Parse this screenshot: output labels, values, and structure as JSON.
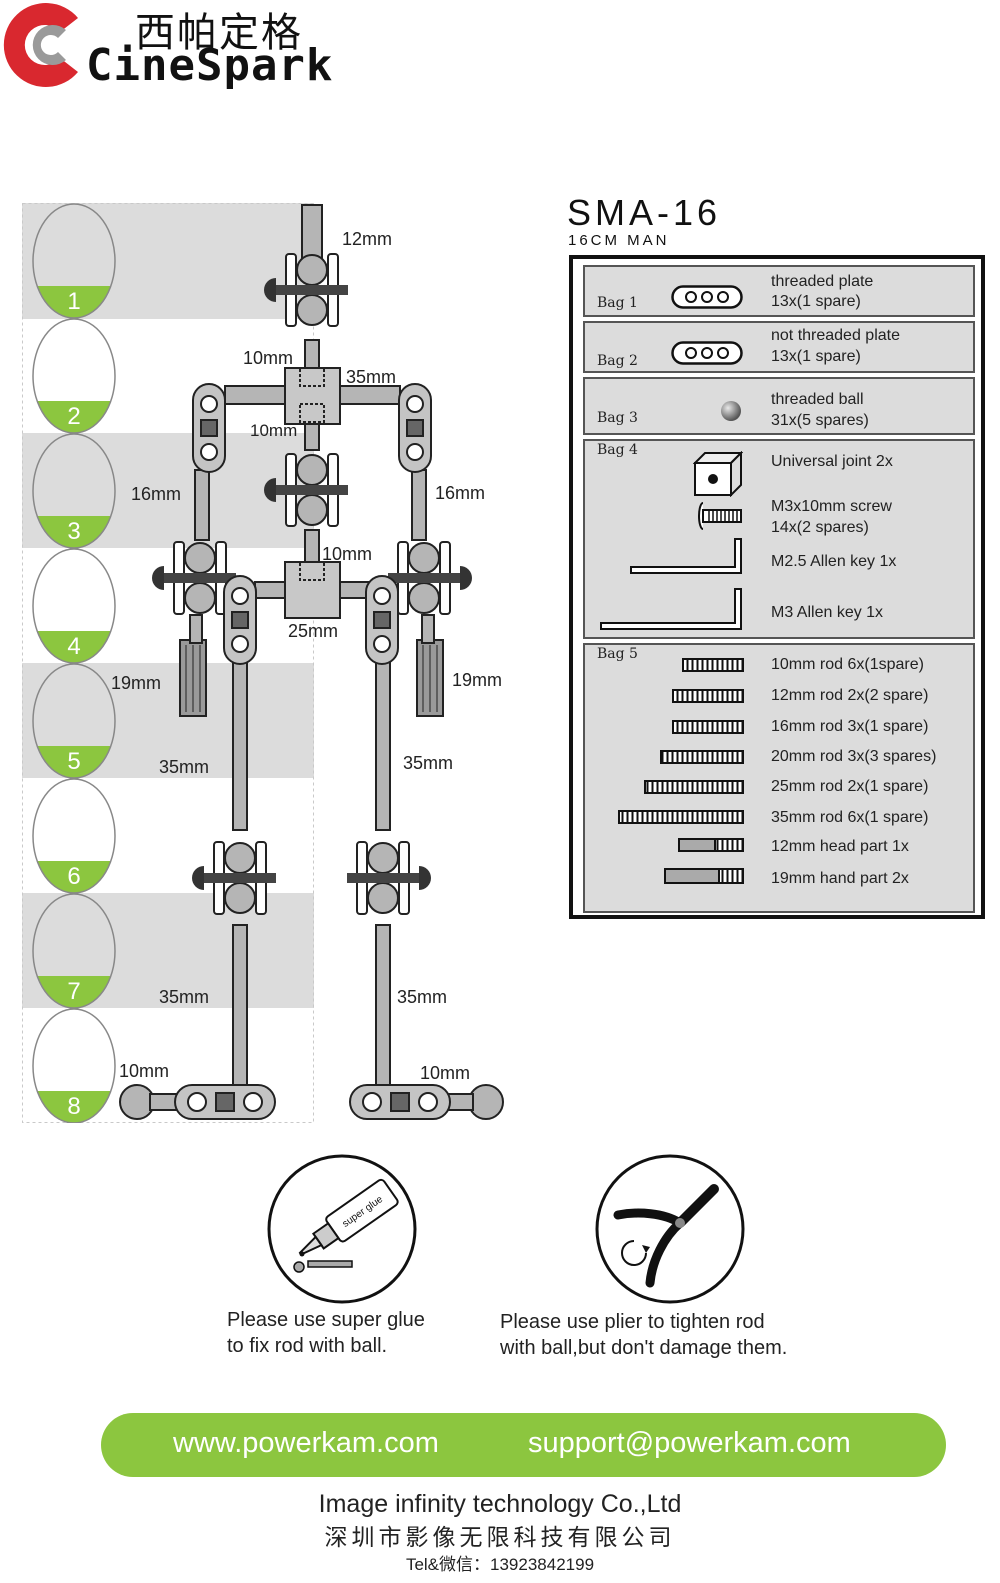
{
  "brand": {
    "name_cn": "西帕定格",
    "name_en": "CineSpark"
  },
  "model": {
    "code": "SMA-16",
    "subtitle": "16CM MAN"
  },
  "steps": [
    "1",
    "2",
    "3",
    "4",
    "5",
    "6",
    "7",
    "8"
  ],
  "dimensions": [
    {
      "id": "neck",
      "text": "12mm"
    },
    {
      "id": "upper-neck",
      "text": "10mm"
    },
    {
      "id": "shoulder",
      "text": "35mm"
    },
    {
      "id": "chest",
      "text": "10mm"
    },
    {
      "id": "left-upper-arm",
      "text": "16mm"
    },
    {
      "id": "right-upper-arm",
      "text": "16mm"
    },
    {
      "id": "waist",
      "text": "10mm"
    },
    {
      "id": "hip",
      "text": "25mm"
    },
    {
      "id": "left-hand",
      "text": "19mm"
    },
    {
      "id": "right-hand",
      "text": "19mm"
    },
    {
      "id": "left-thigh",
      "text": "35mm"
    },
    {
      "id": "right-thigh",
      "text": "35mm"
    },
    {
      "id": "left-shin",
      "text": "35mm"
    },
    {
      "id": "right-shin",
      "text": "35mm"
    },
    {
      "id": "left-foot",
      "text": "10mm"
    },
    {
      "id": "right-foot",
      "text": "10mm"
    }
  ],
  "bags": [
    {
      "label": "Bag 1",
      "items": [
        {
          "name": "threaded plate",
          "qty": "13x(1 spare)"
        }
      ]
    },
    {
      "label": "Bag 2",
      "items": [
        {
          "name": "not threaded plate",
          "qty": "13x(1 spare)"
        }
      ]
    },
    {
      "label": "Bag 3",
      "items": [
        {
          "name": "threaded ball",
          "qty": "31x(5 spares)"
        }
      ]
    },
    {
      "label": "Bag 4",
      "items": [
        {
          "name": "Universal joint 2x"
        },
        {
          "name": "M3x10mm screw",
          "qty": "14x(2 spares)"
        },
        {
          "name": "M2.5 Allen key 1x"
        },
        {
          "name": "M3 Allen key 1x"
        }
      ]
    },
    {
      "label": "Bag 5",
      "items": [
        {
          "name": "10mm rod 6x(1spare)"
        },
        {
          "name": "12mm rod 2x(2 spare)"
        },
        {
          "name": "16mm rod 3x(1 spare)"
        },
        {
          "name": "20mm rod 3x(3  spares)"
        },
        {
          "name": "25mm rod 2x(1 spare)"
        },
        {
          "name": "35mm rod 6x(1 spare)"
        },
        {
          "name": "12mm head part 1x"
        },
        {
          "name": "19mm hand part 2x"
        }
      ]
    }
  ],
  "glue_label": "super glue",
  "tips": {
    "glue": [
      "Please use super glue",
      "to fix rod with ball."
    ],
    "plier": [
      "Please use plier to tighten rod",
      "with ball,but don't damage them."
    ]
  },
  "footer": {
    "website": "www.powerkam.com",
    "email": "support@powerkam.com",
    "company_en": "Image infinity technology Co.,Ltd",
    "company_cn": "深圳市影像无限科技有限公司",
    "tel": "Tel&微信：13923842199"
  },
  "colors": {
    "accent_green": "#8cc63f",
    "logo_red": "#d9282f",
    "part_gray": "#a9a9a9"
  }
}
